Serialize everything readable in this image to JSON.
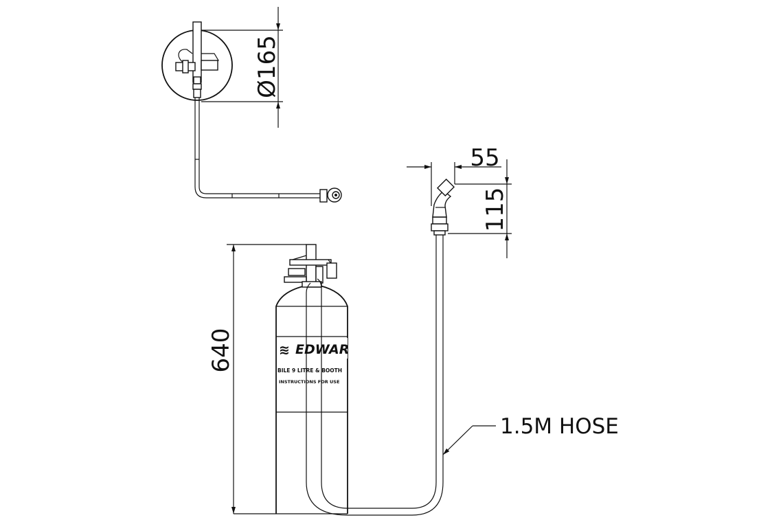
{
  "dimensions": {
    "diameter": "Ø165",
    "width": "55",
    "nozzle_height": "115",
    "cylinder_height": "640"
  },
  "callouts": {
    "hose": "1.5M HOSE"
  },
  "cylinder_label": {
    "brand": "EDWARD",
    "line1": "BILE 9 LITRE & BOOTH",
    "line2": "INSTRUCTIONS FOR USE"
  },
  "colors": {
    "ink": "#111111",
    "paper": "#ffffff"
  }
}
